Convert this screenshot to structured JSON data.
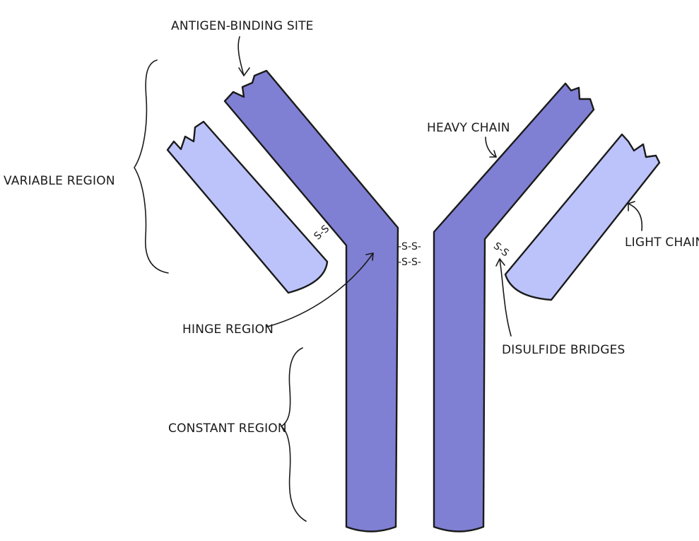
{
  "colors": {
    "heavy_chain": "#7f80d3",
    "light_chain": "#bcc3fb",
    "ink": "#1a1a1a",
    "background": "#ffffff"
  },
  "labels": {
    "antigen_binding_site": "ANTIGEN-BINDING SITE",
    "variable_region": "VARIABLE REGION",
    "heavy_chain": "HEAVY CHAIN",
    "light_chain": "LIGHT CHAIN",
    "hinge_region": "HINGE REGION",
    "disulfide_bridges": "DISULFIDE BRIDGES",
    "constant_region": "CONSTANT REGION"
  },
  "bonds": {
    "left_light_heavy": "S-S",
    "hinge_top": "-S-S-",
    "hinge_bottom": "-S-S-",
    "right_light_heavy": "S-S"
  }
}
